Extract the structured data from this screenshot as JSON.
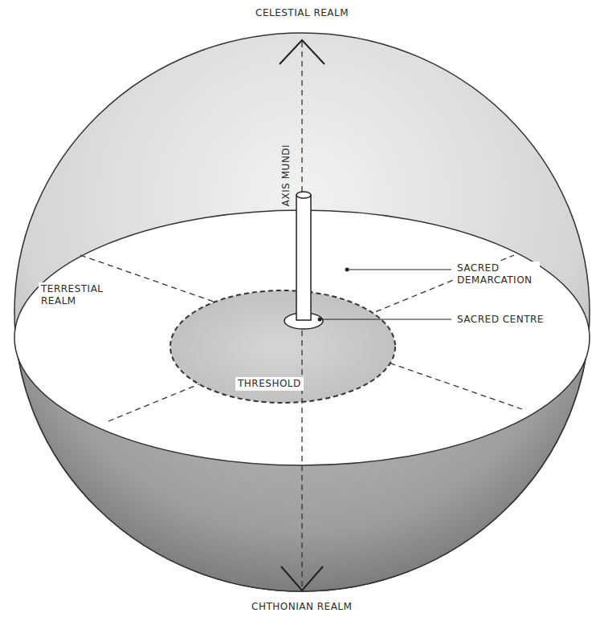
{
  "diagram": {
    "labels": [
      "CELESTIAL REALM",
      "AXIS MUNDI",
      "SACRED DEMARCATION",
      "TERRESTIAL REALM",
      "SACRED CENTRE",
      "THRESHOLD",
      "CHTHONIAN REALM"
    ]
  }
}
